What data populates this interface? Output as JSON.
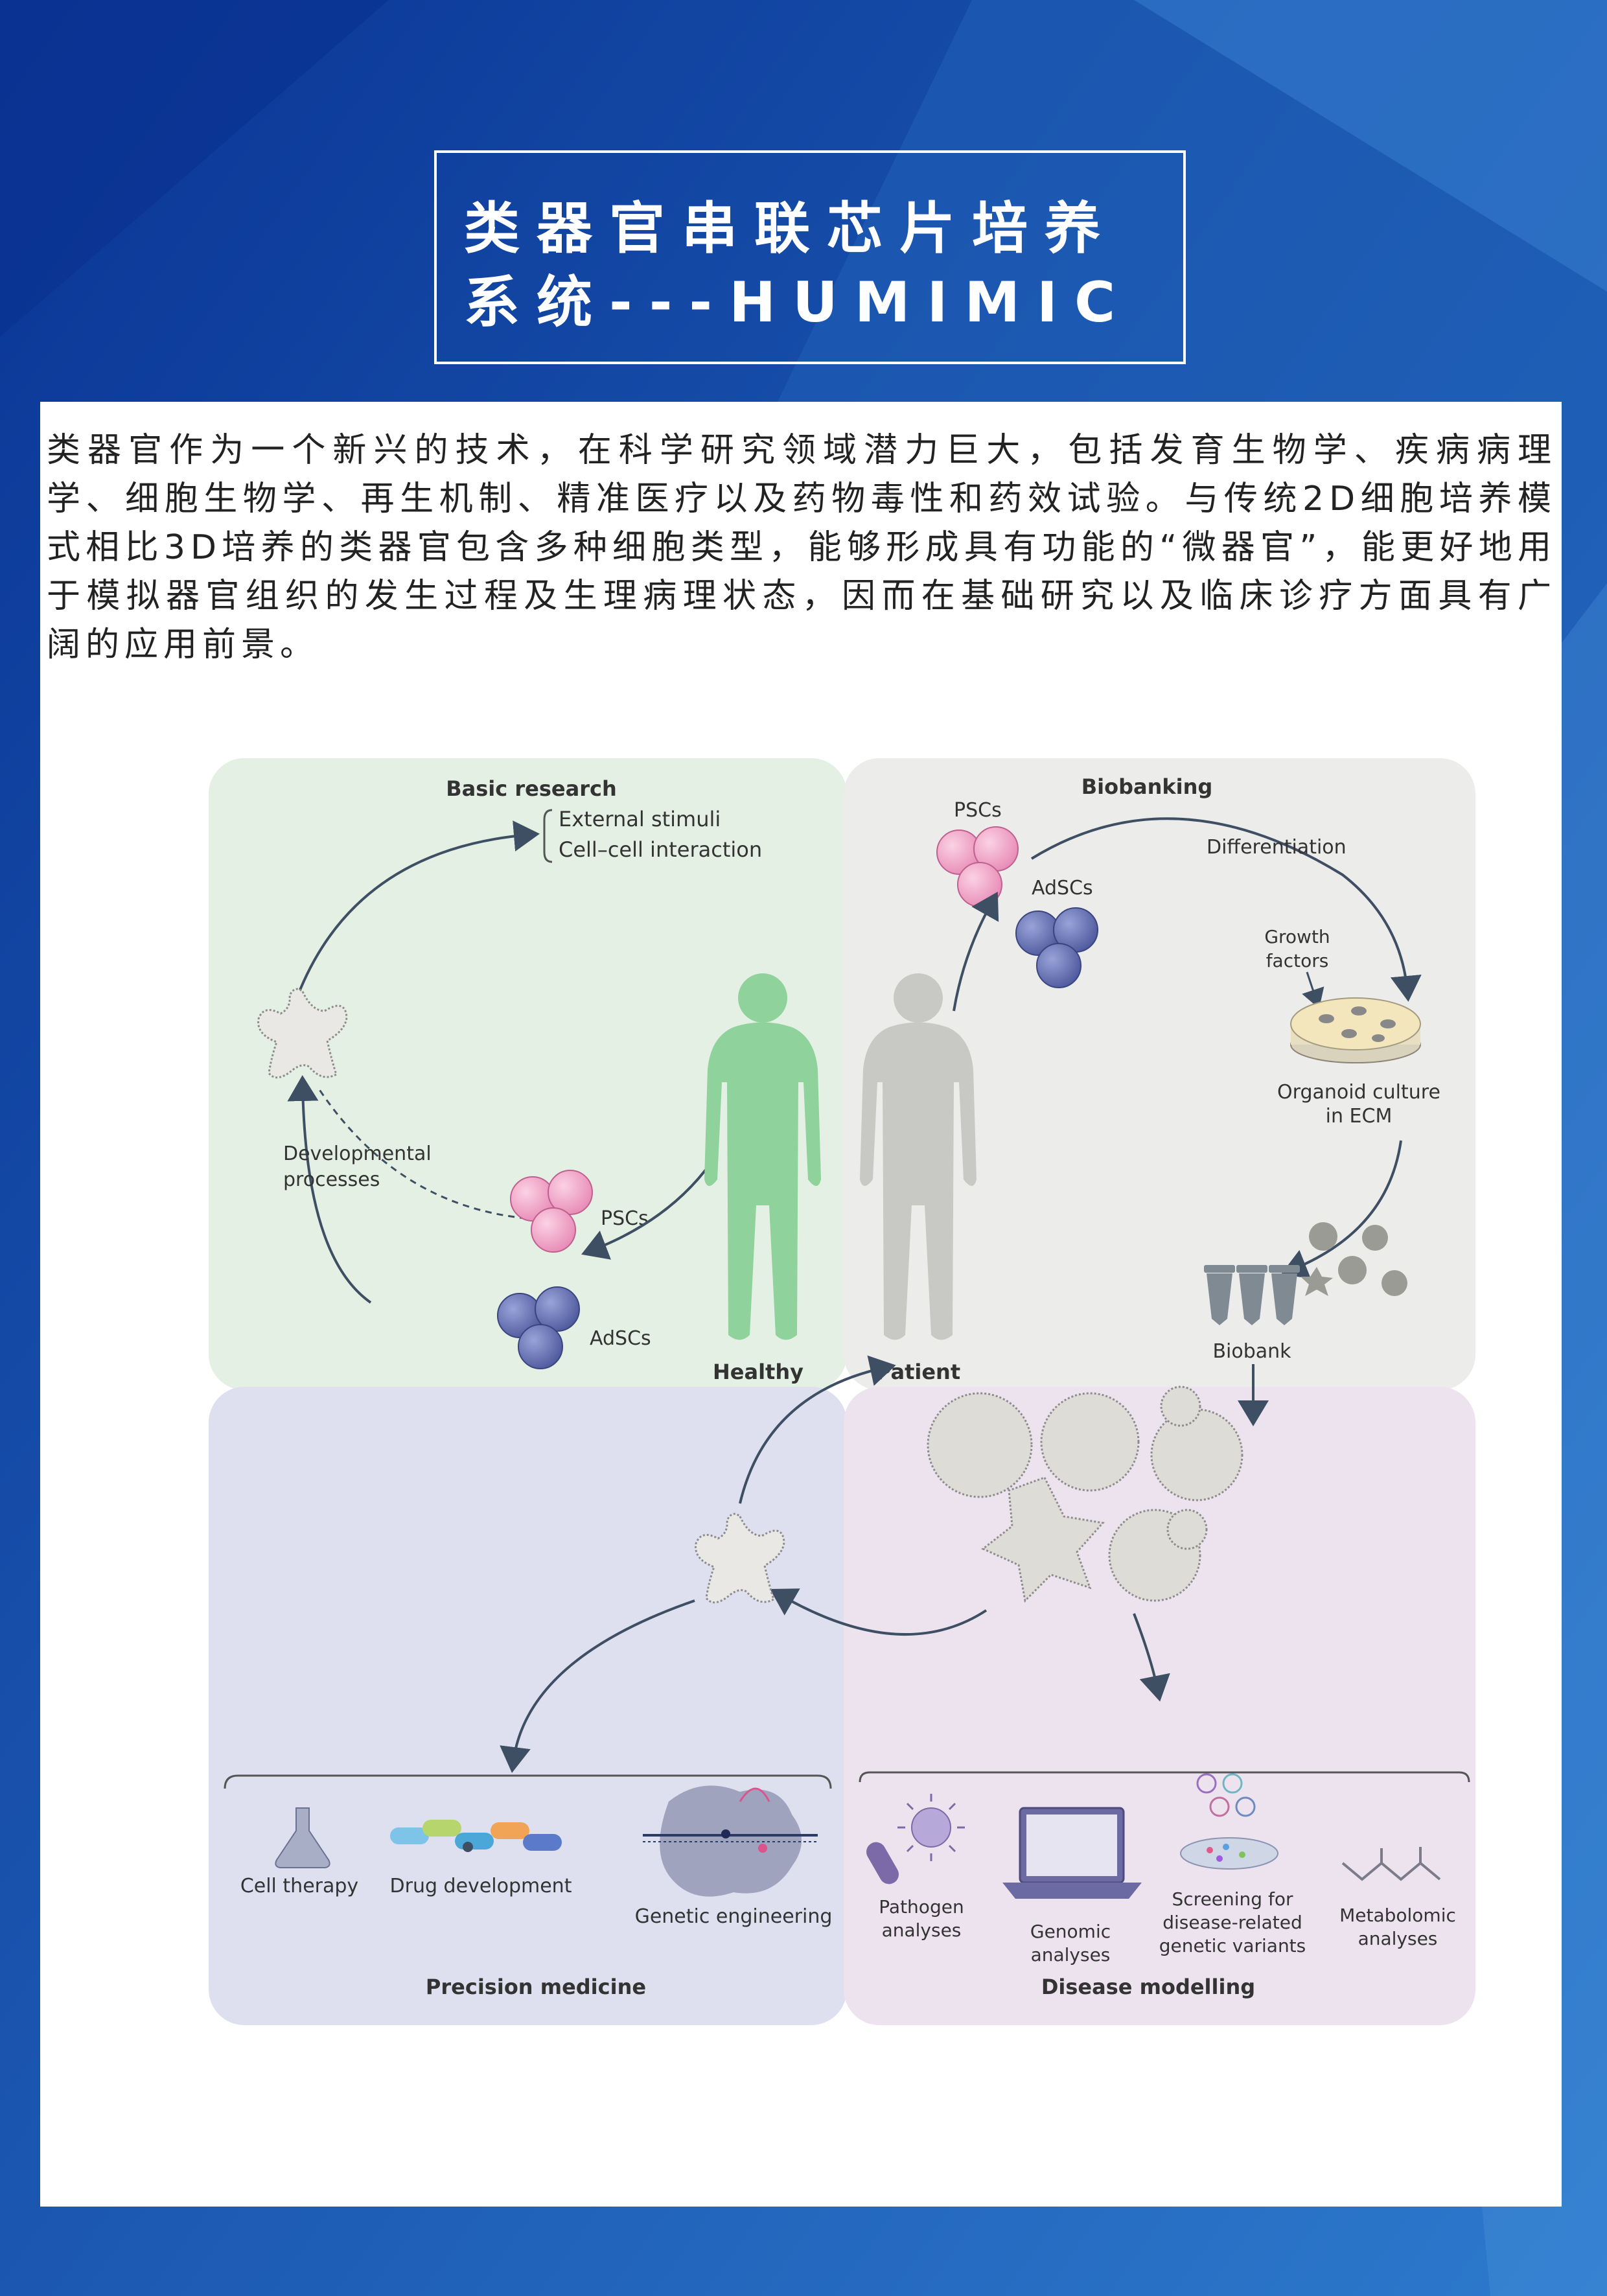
{
  "title": {
    "line1": "类器官串联芯片培养",
    "line2": "系统---HUMIMIC"
  },
  "intro": "类器官作为一个新兴的技术，在科学研究领域潜力巨大，包括发育生物学、疾病病理学、细胞生物学、再生机制、精准医疗以及药物毒性和药效试验。与传统2D细胞培养模式相比3D培养的类器官包含多种细胞类型，能够形成具有功能的“微器官”，能更好地用于模拟器官组织的发生过程及生理病理状态，因而在基础研究以及临床诊疗方面具有广阔的应用前景。",
  "figure": {
    "basic_research": {
      "title": "Basic research",
      "stimuli": [
        "External stimuli",
        "Cell–cell interaction"
      ],
      "developmental": [
        "Developmental",
        "processes"
      ],
      "pscs": "PSCs",
      "adscs": "AdSCs",
      "healthy": "Healthy"
    },
    "biobanking": {
      "title": "Biobanking",
      "pscs": "PSCs",
      "adscs": "AdSCs",
      "differentiation": "Differentiation",
      "growth": [
        "Growth",
        "factors"
      ],
      "organoid": [
        "Organoid culture",
        "in ECM"
      ],
      "patient": "Patient",
      "biobank": "Biobank"
    },
    "precision": {
      "title": "Precision medicine",
      "cell_therapy": "Cell therapy",
      "drug_development": "Drug development",
      "genetic_engineering": "Genetic engineering"
    },
    "disease": {
      "title": "Disease modelling",
      "pathogen": [
        "Pathogen",
        "analyses"
      ],
      "genomic": [
        "Genomic",
        "analyses"
      ],
      "screening": [
        "Screening for",
        "disease-related",
        "genetic variants"
      ],
      "metabolomic": [
        "Metabolomic",
        "analyses"
      ]
    }
  },
  "colors": {
    "bg_dark": "#0b3a9c",
    "bg_light": "#2f78cc",
    "green": "#e3f0e3",
    "grey": "#ececea",
    "lavender": "#dfe0ef",
    "pink": "#ede3ef",
    "psc": "#f2a9c9",
    "adsc": "#6c79b8",
    "human_green": "#8fd29c"
  }
}
